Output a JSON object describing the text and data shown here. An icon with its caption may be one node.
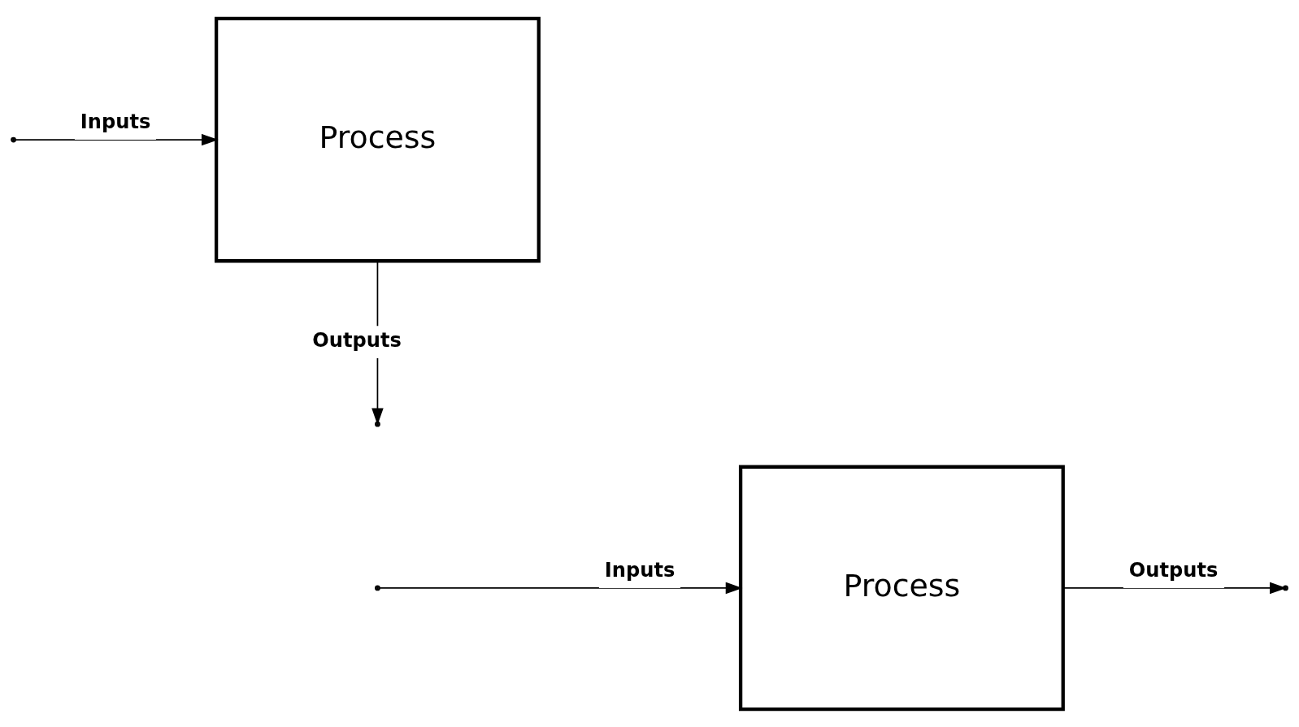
{
  "diagram": {
    "nodes": [
      {
        "text": [
          "Process"
        ]
      },
      {
        "text": [
          "Process"
        ]
      }
    ],
    "edges": [
      {
        "from": null,
        "to": 0,
        "arrow": "to",
        "label": "Inputs"
      },
      {
        "from": 0,
        "to": null,
        "arrow": "to",
        "label": "Outputs"
      },
      {
        "from": null,
        "to": 1,
        "arrow": "to",
        "label": "Inputs"
      },
      {
        "from": 1,
        "to": null,
        "arrow": "to",
        "label": "Outputs"
      }
    ]
  }
}
